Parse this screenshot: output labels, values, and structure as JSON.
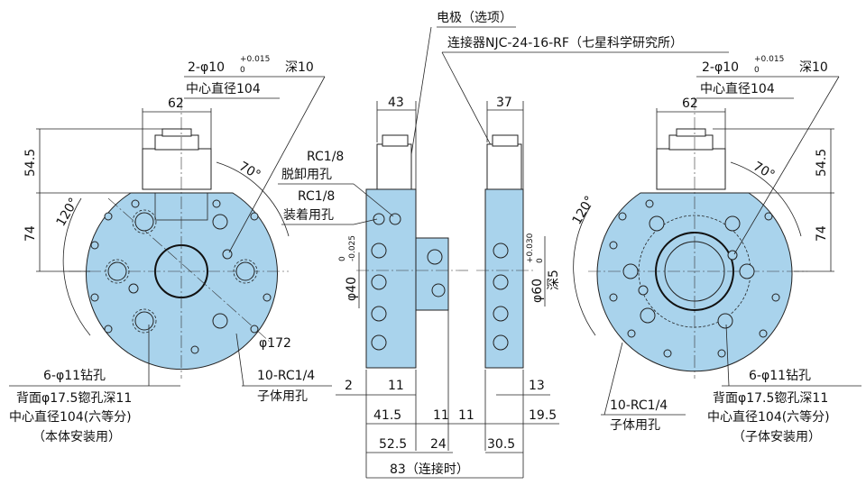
{
  "top": {
    "electrode": "电极（选项）",
    "connector": "连接器NJC-24-16-RF（七星科学研究所）"
  },
  "left_view": {
    "pin_hole_spec": "2-φ10",
    "pin_tol_upper": "+0.015",
    "pin_tol_lower": "0",
    "pin_depth": "深10",
    "pin_center": "中心直径104",
    "dim_62": "62",
    "dim_54_5": "54.5",
    "dim_74": "74",
    "angle_120": "120°",
    "angle_70": "70°",
    "dim_172": "φ172",
    "drill_spec": "6-φ11钻孔",
    "drill_counterbore": "背面φ17.5锪孔深11",
    "drill_center": "中心直径104(六等分)",
    "drill_purpose": "（本体安装用）",
    "port_spec": "10-RC1/4",
    "port_purpose": "子体用孔"
  },
  "middle_view": {
    "rc1": "RC1/8",
    "release_port": "脱卸用孔",
    "rc2": "RC1/8",
    "attach_port": "装着用孔",
    "dim_43": "43",
    "dim_37": "37",
    "dia_40": "φ40",
    "tol_40_upper": "0",
    "tol_40_lower": "-0.025",
    "dia_60": "φ60",
    "tol_60_upper": "+0.030",
    "tol_60_lower": "0",
    "depth_5": "深5",
    "dim_2": "2",
    "dim_11a": "11",
    "dim_13": "13",
    "dim_41_5": "41.5",
    "dim_11b": "11",
    "dim_11c": "11",
    "dim_19_5": "19.5",
    "dim_52_5": "52.5",
    "dim_24": "24",
    "dim_30_5": "30.5",
    "dim_83": "83（连接时）"
  },
  "right_view": {
    "pin_hole_spec": "2-φ10",
    "pin_tol_upper": "+0.015",
    "pin_tol_lower": "0",
    "pin_depth": "深10",
    "pin_center": "中心直径104",
    "dim_62": "62",
    "dim_54_5": "54.5",
    "dim_74": "74",
    "angle_120": "120°",
    "angle_70": "70°",
    "drill_spec": "6-φ11钻孔",
    "drill_counterbore": "背面φ17.5锪孔深11",
    "drill_center": "中心直径104(六等分)",
    "drill_purpose": "（子体安装用）",
    "port_spec": "10-RC1/4",
    "port_purpose": "子体用孔"
  },
  "colors": {
    "body_fill": "#a9d3ec",
    "line": "#222222"
  }
}
